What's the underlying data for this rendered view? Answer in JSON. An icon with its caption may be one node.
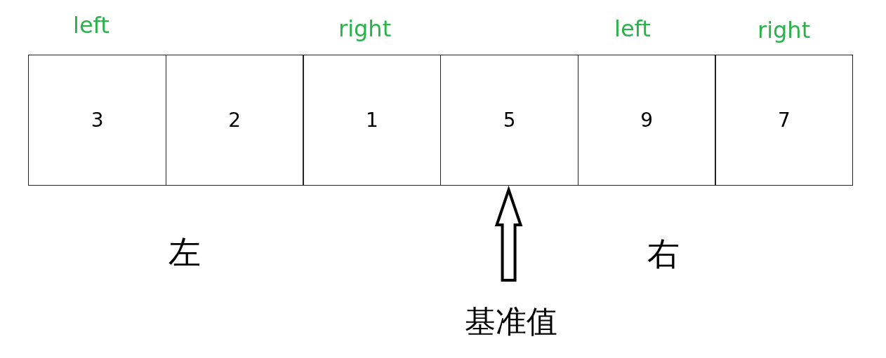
{
  "diagram": {
    "nodes": [
      {
        "text": [
          "3"
        ]
      },
      {
        "text": [
          "2"
        ]
      },
      {
        "text": [
          "1"
        ]
      },
      {
        "text": [
          "5"
        ]
      },
      {
        "text": [
          "9"
        ]
      },
      {
        "text": [
          "7"
        ]
      },
      {
        "text": [
          "基准值"
        ]
      }
    ],
    "edges": [
      {
        "from": 6,
        "to": 3,
        "arrow": "to",
        "style": "thick"
      }
    ],
    "labels": [
      "left",
      "right",
      "left",
      "right",
      "左",
      "右"
    ]
  }
}
